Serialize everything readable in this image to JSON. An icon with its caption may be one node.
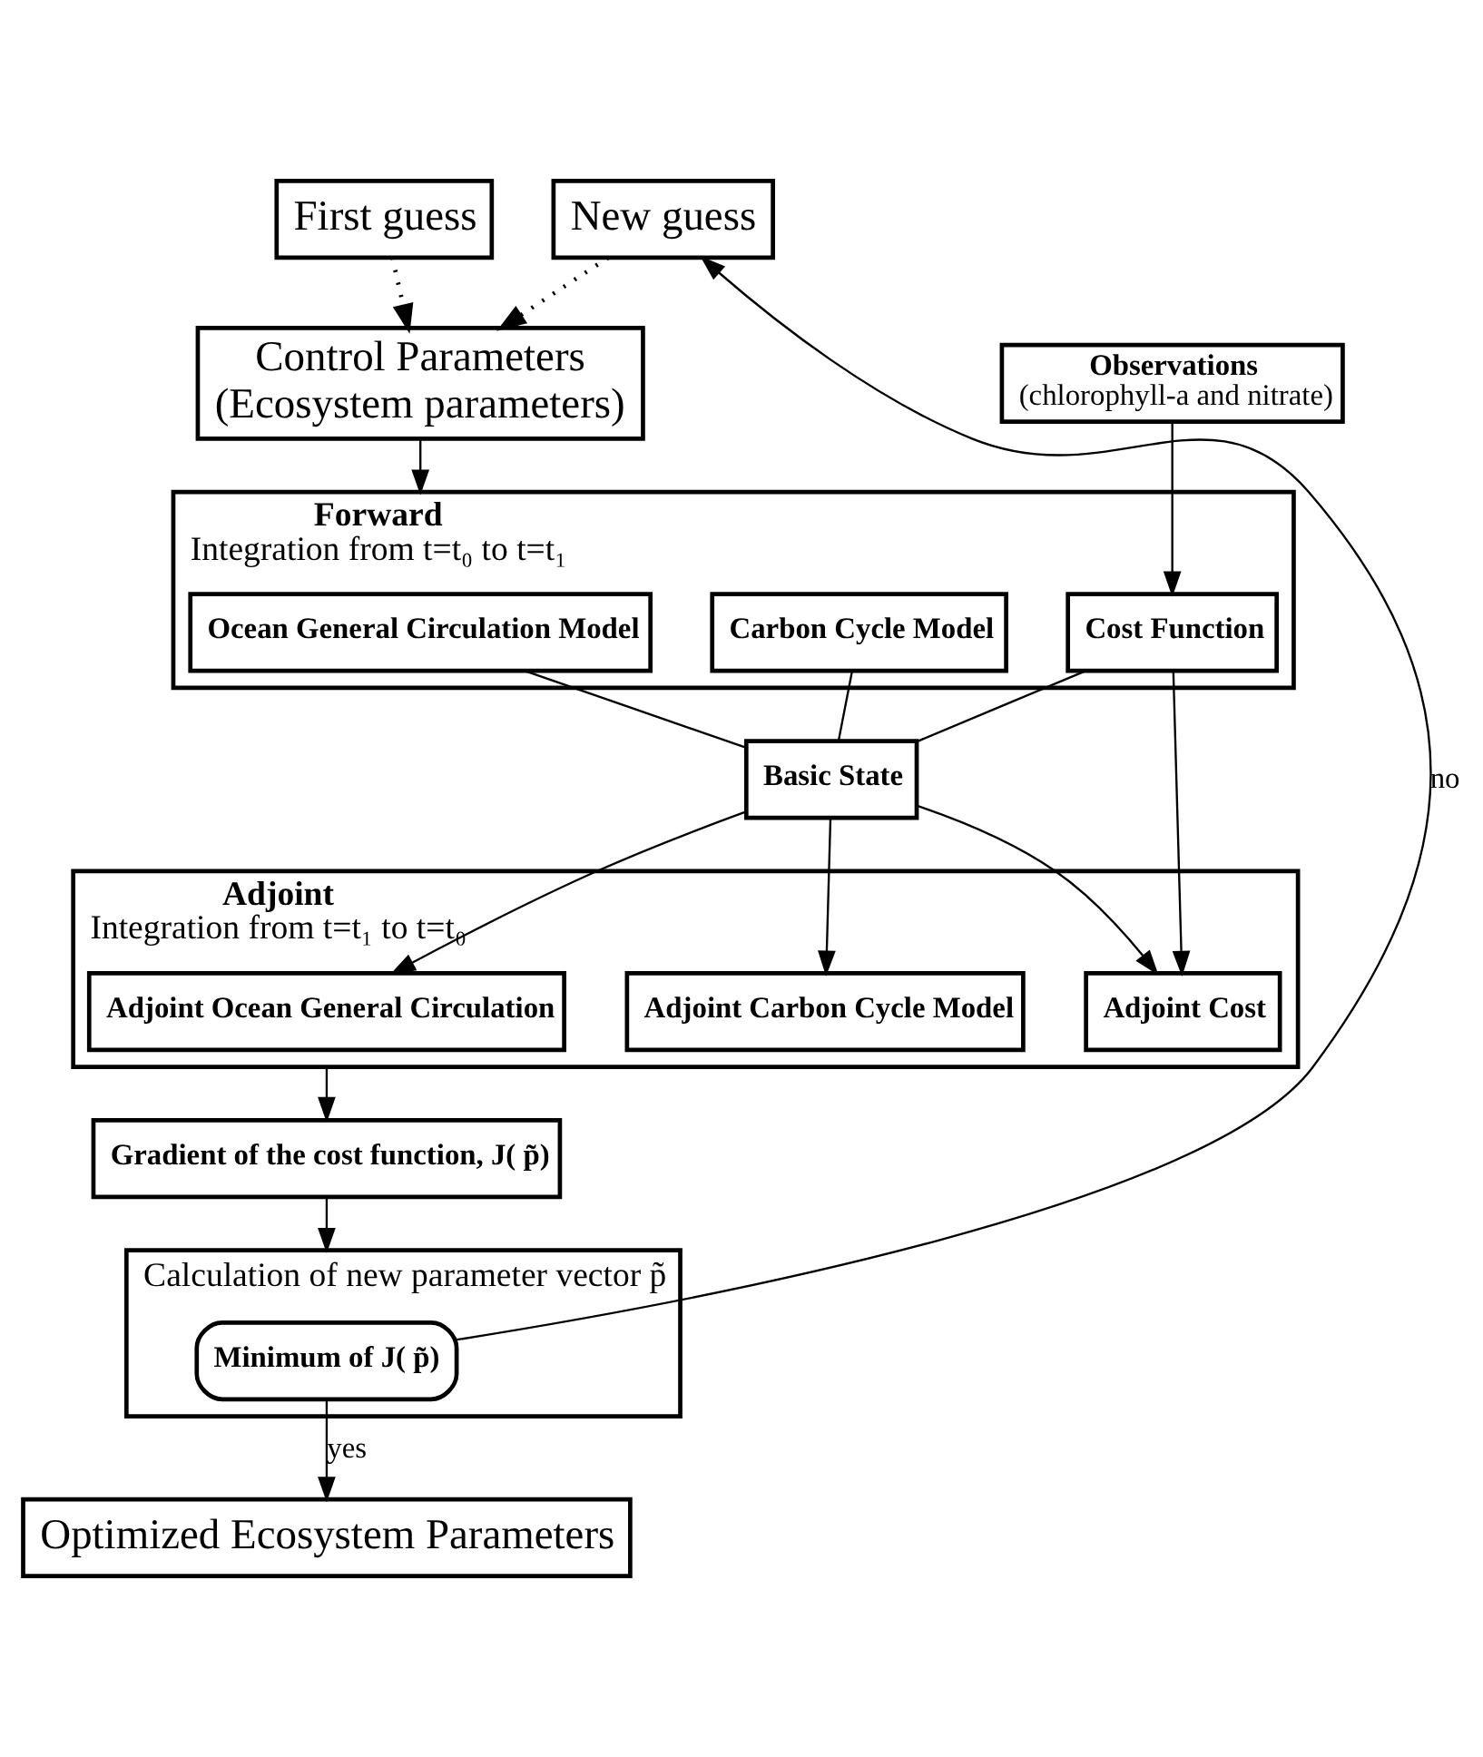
{
  "diagram": {
    "nodes": [
      {
        "text": [
          "First guess"
        ]
      },
      {
        "text": [
          "New guess"
        ]
      },
      {
        "text": [
          "Observations",
          "(chlorophyll-a and nitrate)"
        ]
      },
      {
        "text": [
          "Control Parameters",
          "(Ecosystem parameters)"
        ]
      },
      {
        "text": [
          "Forward",
          "Integration from t=t₀ to t=t₁"
        ]
      },
      {
        "text": [
          "Ocean General Circulation Model"
        ],
        "in": 4
      },
      {
        "text": [
          "Carbon Cycle Model"
        ],
        "in": 4
      },
      {
        "text": [
          "Cost Function"
        ],
        "in": 4
      },
      {
        "text": [
          "Basic State"
        ]
      },
      {
        "text": [
          "Adjoint",
          "Integration from t=t₁ to t=t₀"
        ]
      },
      {
        "text": [
          "Adjoint Ocean General Circulation"
        ],
        "in": 9
      },
      {
        "text": [
          "Adjoint Carbon Cycle Model"
        ],
        "in": 9
      },
      {
        "text": [
          "Adjoint Cost"
        ],
        "in": 9
      },
      {
        "text": [
          "Gradient of the cost function, J( p̃)"
        ]
      },
      {
        "text": [
          "Calculation of new parameter vector p̃"
        ]
      },
      {
        "text": [
          "Minimum of J( p̃)"
        ],
        "in": 14
      },
      {
        "text": [
          "Optimized Ecosystem Parameters"
        ]
      }
    ],
    "edges": [
      {
        "from": 0,
        "to": 3,
        "arrow": "to",
        "style": "dashed"
      },
      {
        "from": 1,
        "to": 3,
        "arrow": "to",
        "style": "dashed"
      },
      {
        "from": 2,
        "to": 7,
        "arrow": "to"
      },
      {
        "from": 3,
        "to": 4,
        "arrow": "to"
      },
      {
        "from": 5,
        "to": 8,
        "arrow": "none"
      },
      {
        "from": 8,
        "to": 10,
        "arrow": "to"
      },
      {
        "from": 6,
        "to": 8,
        "arrow": "none"
      },
      {
        "from": 8,
        "to": 11,
        "arrow": "to"
      },
      {
        "from": 7,
        "to": 8,
        "arrow": "none"
      },
      {
        "from": 8,
        "to": 12,
        "arrow": "to"
      },
      {
        "from": 7,
        "to": 12,
        "arrow": "to"
      },
      {
        "from": 9,
        "to": 13,
        "arrow": "to"
      },
      {
        "from": 13,
        "to": 14,
        "arrow": "to"
      },
      {
        "from": 15,
        "to": 16,
        "label": "yes",
        "arrow": "to"
      },
      {
        "from": 15,
        "to": 1,
        "label": "no",
        "arrow": "to"
      }
    ]
  }
}
